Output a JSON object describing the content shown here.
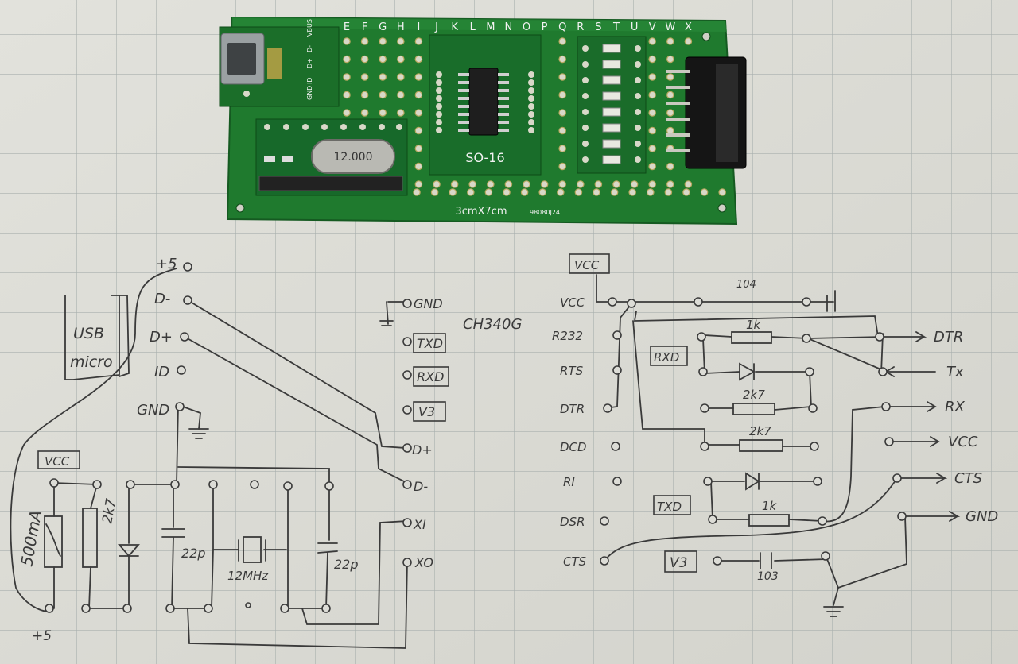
{
  "board": {
    "size_label": "3cmX7cm",
    "column_letters": [
      "E",
      "F",
      "G",
      "H",
      "I",
      "J",
      "K",
      "L",
      "M",
      "N",
      "O",
      "P",
      "Q",
      "R",
      "S",
      "T",
      "U",
      "V",
      "W",
      "X"
    ],
    "crystal_label": "12.000",
    "ic_label": "SO-16",
    "usb_pins": [
      "GND",
      "ID",
      "D+",
      "D-",
      "VBUS"
    ],
    "serial_label": "98080J24"
  },
  "schematic": {
    "usb_block": "USB micro",
    "usb_pins": [
      "+5",
      "D-",
      "D+",
      "ID",
      "GND"
    ],
    "chip": "CH340G",
    "chip_left_pins": [
      "GND",
      "TXD",
      "RXD",
      "V3",
      "D+",
      "D-",
      "XI",
      "XO"
    ],
    "chip_right_pins": [
      "VCC",
      "R232",
      "RTS",
      "DTR",
      "DCD",
      "RI",
      "DSR",
      "CTS"
    ],
    "outputs": [
      "DTR",
      "Tx",
      "RX",
      "VCC",
      "CTS",
      "GND"
    ],
    "labels": {
      "vcc_box_left": "VCC",
      "vcc_box_right": "VCC",
      "rxd_box": "RXD",
      "txd_box": "TXD",
      "v3_box": "V3",
      "fuse": "500mA",
      "res_2k7_left": "2k7",
      "cap_22p_left": "22p",
      "cap_22p_right": "22p",
      "crystal": "12MHz",
      "plus5_bottom": "+5",
      "cap_104": "104",
      "cap_103": "103",
      "res_1k_top": "1k",
      "res_2k7_mid": "2k7",
      "res_2k7_low": "2k7",
      "res_1k_bottom": "1k"
    }
  }
}
